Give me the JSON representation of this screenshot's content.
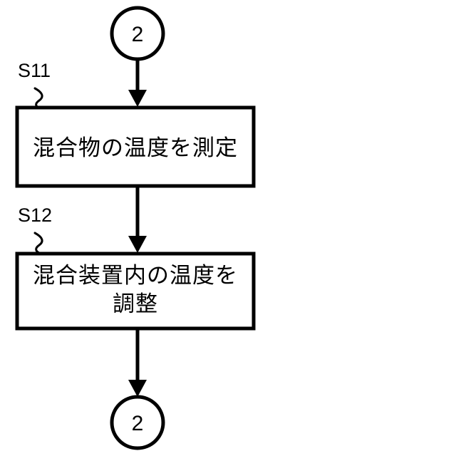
{
  "diagram": {
    "type": "flowchart",
    "background_color": "#ffffff",
    "line_color": "#000000",
    "nodes": {
      "connector_top": {
        "label": "2",
        "shape": "circle"
      },
      "step1": {
        "tag": "S11",
        "lines": [
          "混合物の温度を測定"
        ]
      },
      "step2": {
        "tag": "S12",
        "lines": [
          "混合装置内の温度を",
          "調整"
        ]
      },
      "connector_bottom": {
        "label": "2",
        "shape": "circle"
      }
    }
  }
}
